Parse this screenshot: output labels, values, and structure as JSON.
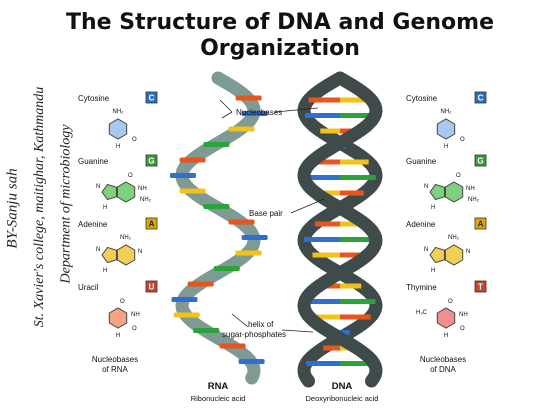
{
  "title": {
    "line1": "The Structure of DNA and Genome",
    "line2": "Organization"
  },
  "side_text": {
    "author": "BY-Sanju sah",
    "college": "St. Xavier's college, maitighar, Kathmandu",
    "department": "Department of microbiology"
  },
  "left_bases": [
    {
      "name": "Cytosine",
      "letter": "C",
      "color": "#2c6fbf",
      "ring": "#a9c8ef"
    },
    {
      "name": "Guanine",
      "letter": "G",
      "color": "#3a9c3a",
      "ring": "#7fd07f"
    },
    {
      "name": "Adenine",
      "letter": "A",
      "color": "#e0a800",
      "ring": "#f2d055"
    },
    {
      "name": "Uracil",
      "letter": "U",
      "color": "#c8442b",
      "ring": "#f4a483"
    }
  ],
  "right_bases": [
    {
      "name": "Cytosine",
      "letter": "C",
      "color": "#2c6fbf",
      "ring": "#a9c8ef"
    },
    {
      "name": "Guanine",
      "letter": "G",
      "color": "#3a9c3a",
      "ring": "#7fd07f"
    },
    {
      "name": "Adenine",
      "letter": "A",
      "color": "#e0a800",
      "ring": "#f2d055"
    },
    {
      "name": "Thymine",
      "letter": "T",
      "color": "#c8442b",
      "ring": "#f08f8f"
    }
  ],
  "atoms": {
    "nh2": "NH₂",
    "nh": "NH",
    "n": "N",
    "h": "H",
    "o": "O",
    "h3c": "H₃C"
  },
  "left_caption": [
    "Nucleobases",
    "of RNA"
  ],
  "right_caption": [
    "Nucleobases",
    "of DNA"
  ],
  "annotations": {
    "nucleobases": "Nucleobases",
    "base_pair": "Base pair",
    "helix": [
      "helix of",
      "sugar-phosphates"
    ]
  },
  "rna": {
    "label": "RNA",
    "sub": "Ribonucleic acid"
  },
  "dna": {
    "label": "DNA",
    "sub": "Deoxyribonucleic acid"
  },
  "colors": {
    "rna_backbone": "#7d9a94",
    "dna_backbone": "#3f4a4a",
    "rungs": [
      "#e8541e",
      "#2f6fd0",
      "#f2c21a",
      "#2aa33a"
    ]
  }
}
